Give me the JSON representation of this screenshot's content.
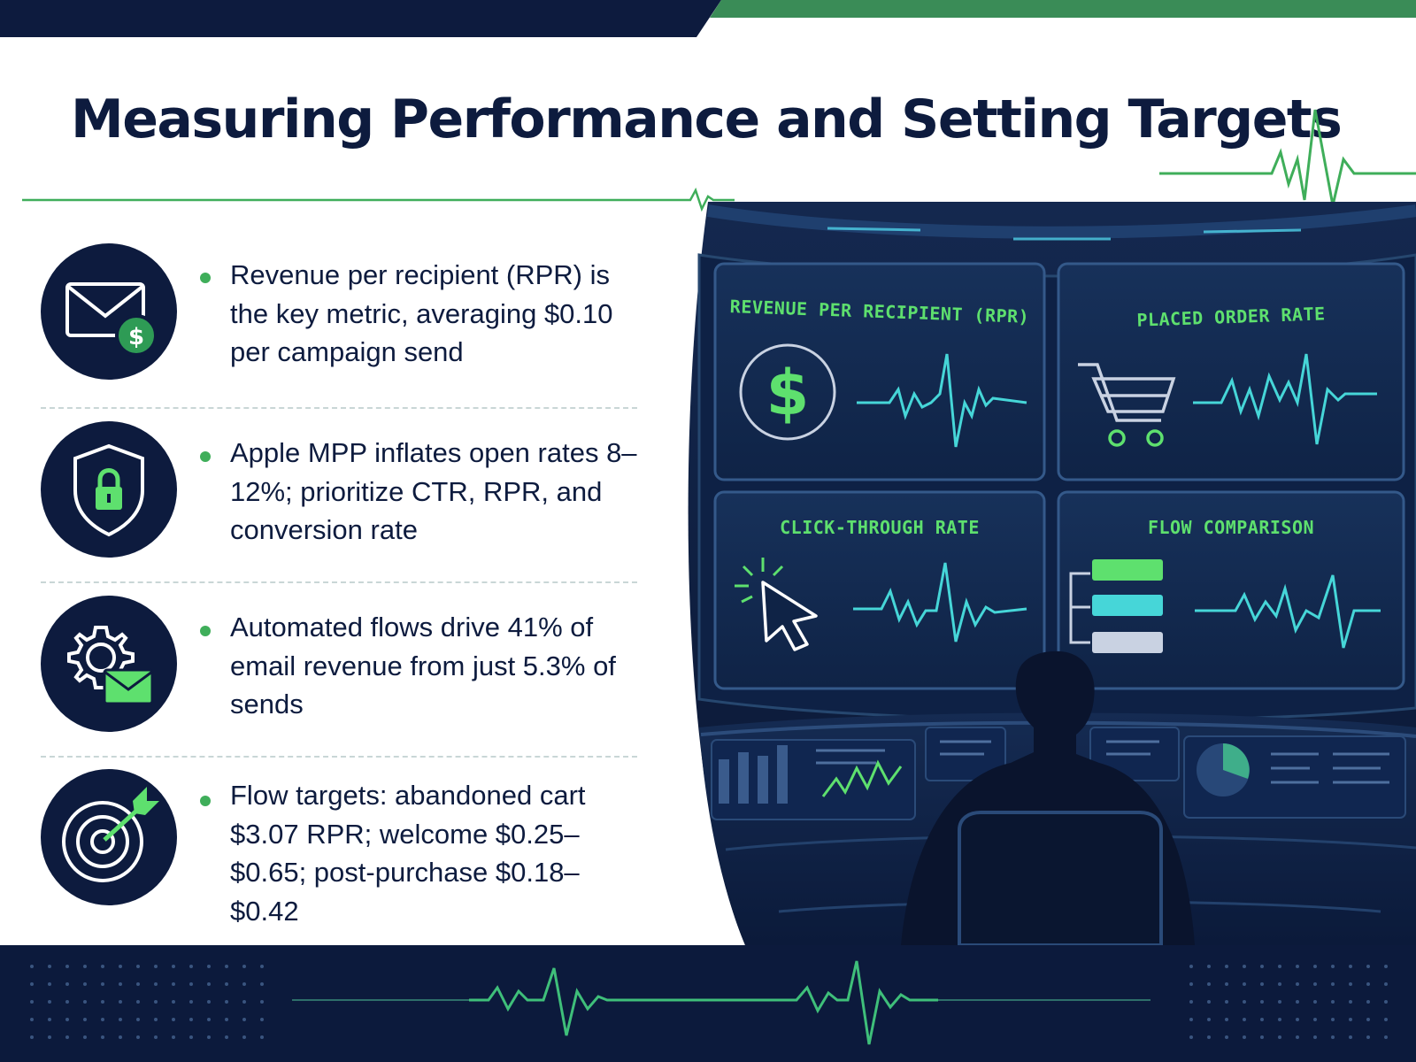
{
  "title": "Measuring Performance and Setting Targets",
  "colors": {
    "navy": "#0d1b3e",
    "green": "#3fae5a",
    "neon_green": "#5ee06e",
    "cyan": "#46d6d8"
  },
  "bullets": [
    {
      "icon": "envelope-dollar-icon",
      "text": "Revenue per recipient (RPR) is the key metric, averaging $0.10 per campaign send"
    },
    {
      "icon": "shield-lock-icon",
      "text": "Apple MPP inflates open rates 8–12%; prioritize CTR, RPR, and conversion rate"
    },
    {
      "icon": "gear-envelope-icon",
      "text": "Automated flows drive 41% of email revenue from just 5.3% of sends"
    },
    {
      "icon": "target-arrow-icon",
      "text": "Flow targets: abandoned cart $3.07 RPR; welcome $0.25–$0.65; post-purchase $0.18–$0.42"
    }
  ],
  "dashboard": {
    "panels": [
      {
        "label": "REVENUE PER RECIPIENT (RPR)",
        "icon": "dollar-circle-icon"
      },
      {
        "label": "PLACED ORDER RATE",
        "icon": "shopping-cart-icon"
      },
      {
        "label": "CLICK-THROUGH RATE",
        "icon": "cursor-click-icon"
      },
      {
        "label": "FLOW COMPARISON",
        "icon": "flow-bars-icon"
      }
    ]
  }
}
